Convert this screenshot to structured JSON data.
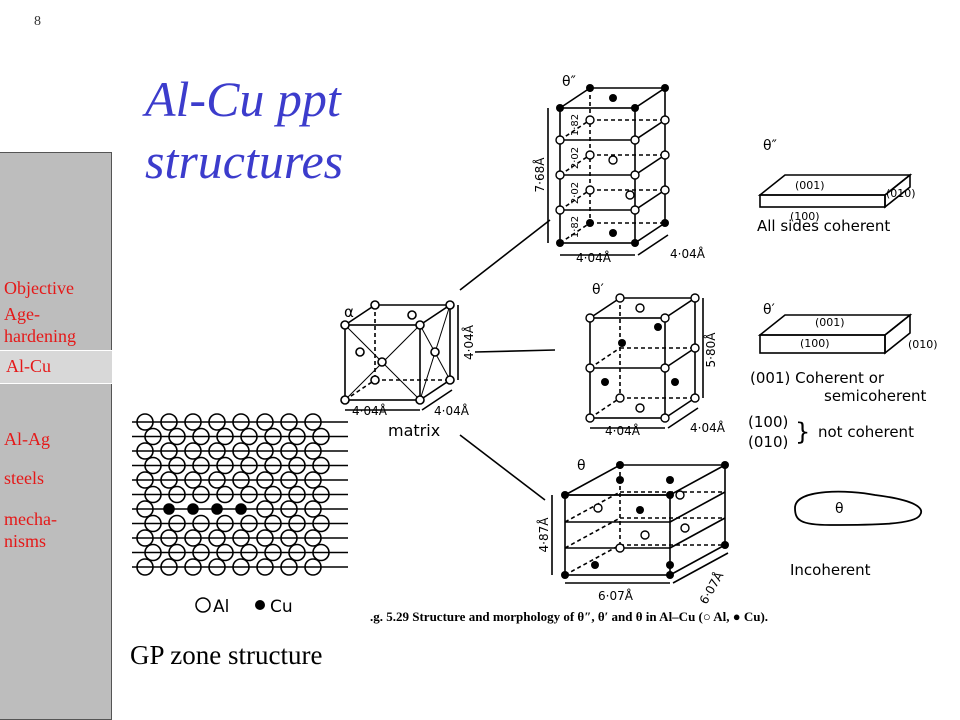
{
  "slide_number": "8",
  "title_line1": "Al-Cu ppt",
  "title_line2": "structures",
  "sidebar": {
    "items": [
      {
        "label": "Objective"
      },
      {
        "label": "Age-"
      },
      {
        "label": "hardening"
      },
      {
        "label": "Al-Cu",
        "active": true
      },
      {
        "label": "Al-Ag"
      },
      {
        "label": "steels"
      },
      {
        "label": "mecha-"
      },
      {
        "label": "nisms"
      }
    ]
  },
  "gp_zone": {
    "legend_al": "Al",
    "legend_cu": "Cu",
    "caption": "GP zone structure"
  },
  "matrix": {
    "symbol": "α",
    "label": "matrix",
    "dim_a": "4·04Å",
    "dim_b": "4·04Å",
    "dim_c": "4·04Å"
  },
  "theta_double_prime": {
    "symbol": "θ″",
    "height": "7·68Å",
    "layers": [
      "1·82",
      "2·02",
      "2·02",
      "1·82"
    ],
    "dim_a": "4·04Å",
    "dim_b": "4·04Å",
    "plate_top": "(001)",
    "plate_front": "(100)",
    "plate_side": "(010)",
    "coherence": "All sides coherent"
  },
  "theta_prime": {
    "symbol": "θ′",
    "height": "5·80Å",
    "dim_a": "4·04Å",
    "dim_b": "4·04Å",
    "plate_top": "(001)",
    "plate_front": "(100)",
    "plate_side": "(010)",
    "coherence_line1": "(001)  Coherent or",
    "coherence_line2": "semicoherent",
    "coherence_line3a": "(100)",
    "coherence_line3b": "(010)",
    "coherence_line4": "not coherent"
  },
  "theta": {
    "symbol": "θ",
    "height": "4·87Å",
    "dim_a": "6·07Å",
    "dim_b": "6·07Å",
    "shape_label": "θ",
    "coherence": "Incoherent"
  },
  "figure_caption": ".g. 5.29   Structure and morphology of θ″, θ′ and θ in Al–Cu (○ Al, ● Cu)."
}
